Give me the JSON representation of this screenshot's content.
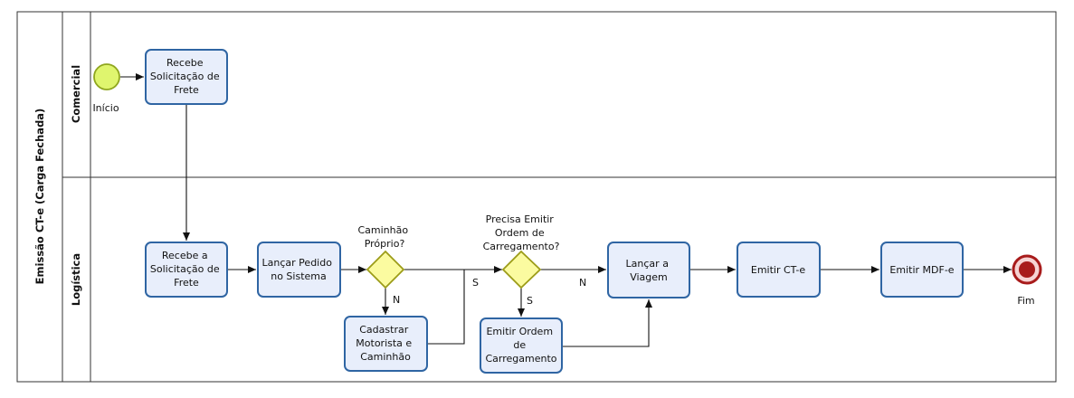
{
  "pool": {
    "title": "Emissão CT-e (Carga Fechada)"
  },
  "lanes": {
    "comercial": "Comercial",
    "logistica": "Logística"
  },
  "events": {
    "start": "Início",
    "end": "Fim"
  },
  "tasks": {
    "recebe_solicitacao": [
      "Recebe",
      "Solicitação de",
      "Frete"
    ],
    "recebe_a_solicitacao": [
      "Recebe a",
      "Solicitação de",
      "Frete"
    ],
    "lancar_pedido": [
      "Lançar Pedido",
      "no Sistema"
    ],
    "cadastrar": [
      "Cadastrar",
      "Motorista e",
      "Caminhão"
    ],
    "emitir_ordem": [
      "Emitir Ordem",
      "de",
      "Carregamento"
    ],
    "lancar_viagem": [
      "Lançar a",
      "Viagem"
    ],
    "emitir_cte": [
      "Emitir CT-e"
    ],
    "emitir_mdfe": [
      "Emitir MDF-e"
    ]
  },
  "gateways": {
    "caminhao_proprio": [
      "Caminhão",
      "Próprio?"
    ],
    "precisa_emitir": [
      "Precisa Emitir",
      "Ordem de",
      "Carregamento?"
    ]
  },
  "flow_labels": {
    "caminhao_n": "N",
    "caminhao_s": "S",
    "precisa_s": "S",
    "precisa_n": "N"
  }
}
